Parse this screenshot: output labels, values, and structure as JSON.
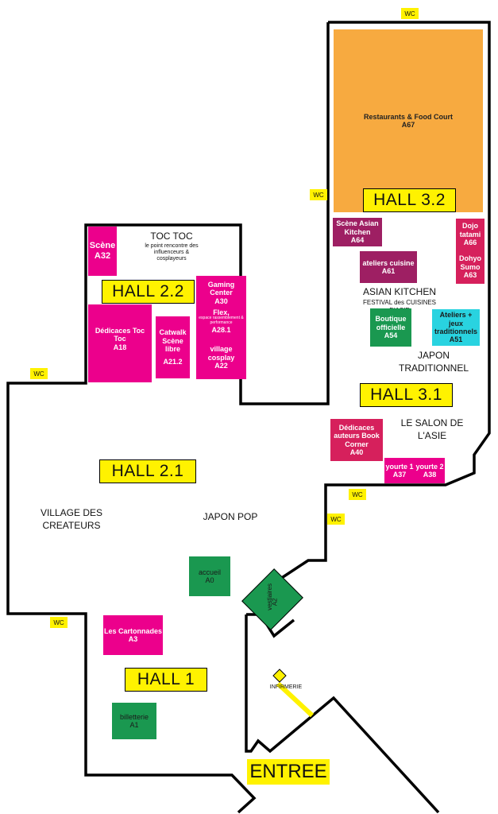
{
  "halls": {
    "hall_3_2": "HALL 3.2",
    "hall_2_2": "HALL 2.2",
    "hall_3_1": "HALL 3.1",
    "hall_2_1": "HALL 2.1",
    "hall_1": "HALL 1",
    "entree": "ENTREE"
  },
  "wc_label": "WC",
  "zones": {
    "toc_toc_title": "TOC TOC",
    "toc_toc_subtitle": "le point rencontre des influenceurs & cosplayeurs",
    "asian_kitchen": "ASIAN KITCHEN",
    "festival": "FESTIVAL des CUISINES D'ASIE",
    "japon_traditionnel": "JAPON TRADITIONNEL",
    "salon_asie": "LE SALON DE L'ASIE",
    "village_createurs": "VILLAGE DES CREATEURS",
    "japon_pop": "JAPON POP",
    "infirmerie": "INFIRMERIE"
  },
  "stands": {
    "a67": {
      "name": "Restaurants & Food Court",
      "code": "A67"
    },
    "a64": {
      "name": "Scène Asian Kitchen",
      "code": "A64"
    },
    "a66": {
      "name": "Dojo tatami",
      "code": "A66"
    },
    "a63": {
      "name": "Dohyo Sumo",
      "code": "A63"
    },
    "a61": {
      "name": "ateliers cuisine",
      "code": "A61"
    },
    "a54": {
      "name": "Boutique officielle",
      "code": "A54"
    },
    "a51": {
      "name": "Ateliers + jeux traditionnels",
      "code": "A51"
    },
    "a32": {
      "name": "Scène",
      "code": "A32"
    },
    "a30": {
      "name": "Gaming Center",
      "code": "A30"
    },
    "a28": {
      "name": "Flex,",
      "sub": "espace rassemblement & performance",
      "code": "A28.1"
    },
    "a22": {
      "name": "village cosplay",
      "code": "A22"
    },
    "a18": {
      "name": "Dédicaces Toc Toc",
      "code": "A18"
    },
    "a21": {
      "name": "Catwalk Scène libre",
      "code": "A21.2"
    },
    "a40": {
      "name": "Dédicaces auteurs Book Corner",
      "code": "A40"
    },
    "a37": {
      "name": "yourte 1",
      "code": "A37"
    },
    "a38": {
      "name": "yourte 2",
      "code": "A38"
    },
    "a0": {
      "name": "accueil",
      "code": "A0"
    },
    "a2": {
      "name": "vestiaires",
      "code": "A2"
    },
    "a3": {
      "name": "Les Cartonnades",
      "code": "A3"
    },
    "a1": {
      "name": "billetterie",
      "code": "A1"
    }
  },
  "colors": {
    "stand_magenta": "#ec008c",
    "stand_crimson": "#d6205c",
    "stand_plum": "#9e1f63",
    "stand_green": "#1a9850",
    "stand_cyan": "#29d3e0",
    "food_court": "#f7aa40",
    "hall_label": "#fff200"
  }
}
